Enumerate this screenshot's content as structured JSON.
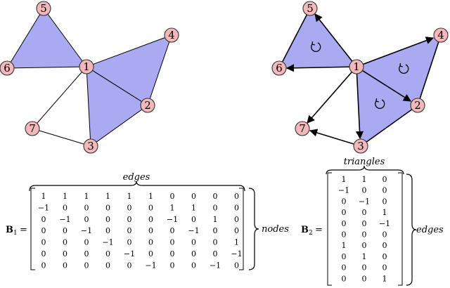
{
  "colors": {
    "triangle_fill": "#aaaaf3",
    "node_fill": "#f4b8bb",
    "stroke": "#000000"
  },
  "graphs": [
    {
      "id": "undirected",
      "nodes": [
        "5",
        "4",
        "6",
        "1",
        "2",
        "7",
        "3"
      ],
      "triangles": [
        [
          "1",
          "5",
          "6"
        ],
        [
          "1",
          "4",
          "2"
        ],
        [
          "1",
          "2",
          "3"
        ]
      ],
      "edges": [
        [
          "1",
          "5"
        ],
        [
          "1",
          "6"
        ],
        [
          "5",
          "6"
        ],
        [
          "1",
          "4"
        ],
        [
          "1",
          "2"
        ],
        [
          "2",
          "4"
        ],
        [
          "1",
          "3"
        ],
        [
          "2",
          "3"
        ],
        [
          "1",
          "7"
        ],
        [
          "3",
          "7"
        ]
      ],
      "directed": false
    },
    {
      "id": "oriented",
      "nodes": [
        "5",
        "4",
        "6",
        "1",
        "2",
        "7",
        "3"
      ],
      "triangles": [
        [
          "1",
          "5",
          "6"
        ],
        [
          "1",
          "4",
          "2"
        ],
        [
          "1",
          "2",
          "3"
        ]
      ],
      "edges": [
        [
          "1",
          "5"
        ],
        [
          "1",
          "6"
        ],
        [
          "5",
          "6"
        ],
        [
          "1",
          "4"
        ],
        [
          "1",
          "2"
        ],
        [
          "2",
          "4"
        ],
        [
          "1",
          "3"
        ],
        [
          "2",
          "3"
        ],
        [
          "1",
          "7"
        ],
        [
          "3",
          "7"
        ]
      ],
      "directed": true,
      "rotation_icon": "circular-arrow-icon"
    }
  ],
  "matrices": {
    "B1": {
      "name_bold": "B",
      "subscript": "1",
      "equals": "=",
      "top_label": "edges",
      "side_label": "nodes",
      "rows": [
        [
          "1",
          "1",
          "1",
          "1",
          "1",
          "1",
          "0",
          "0",
          "0",
          "0"
        ],
        [
          "−1",
          "0",
          "0",
          "0",
          "0",
          "0",
          "1",
          "1",
          "0",
          "0"
        ],
        [
          "0",
          "−1",
          "0",
          "0",
          "0",
          "0",
          "−1",
          "0",
          "1",
          "0"
        ],
        [
          "0",
          "0",
          "−1",
          "0",
          "0",
          "0",
          "0",
          "−1",
          "0",
          "0"
        ],
        [
          "0",
          "0",
          "0",
          "−1",
          "0",
          "0",
          "0",
          "0",
          "0",
          "1"
        ],
        [
          "0",
          "0",
          "0",
          "0",
          "−1",
          "0",
          "0",
          "0",
          "0",
          "−1"
        ],
        [
          "0",
          "0",
          "0",
          "0",
          "0",
          "−1",
          "0",
          "0",
          "−1",
          "0"
        ]
      ]
    },
    "B2": {
      "name_bold": "B",
      "subscript": "2",
      "equals": "=",
      "top_label": "triangles",
      "side_label": "edges",
      "rows": [
        [
          "1",
          "1",
          "0"
        ],
        [
          "−1",
          "0",
          "0"
        ],
        [
          "0",
          "−1",
          "0"
        ],
        [
          "0",
          "0",
          "1"
        ],
        [
          "0",
          "0",
          "−1"
        ],
        [
          "0",
          "0",
          "0"
        ],
        [
          "1",
          "0",
          "0"
        ],
        [
          "0",
          "1",
          "0"
        ],
        [
          "0",
          "0",
          "0"
        ],
        [
          "0",
          "0",
          "1"
        ]
      ]
    }
  }
}
